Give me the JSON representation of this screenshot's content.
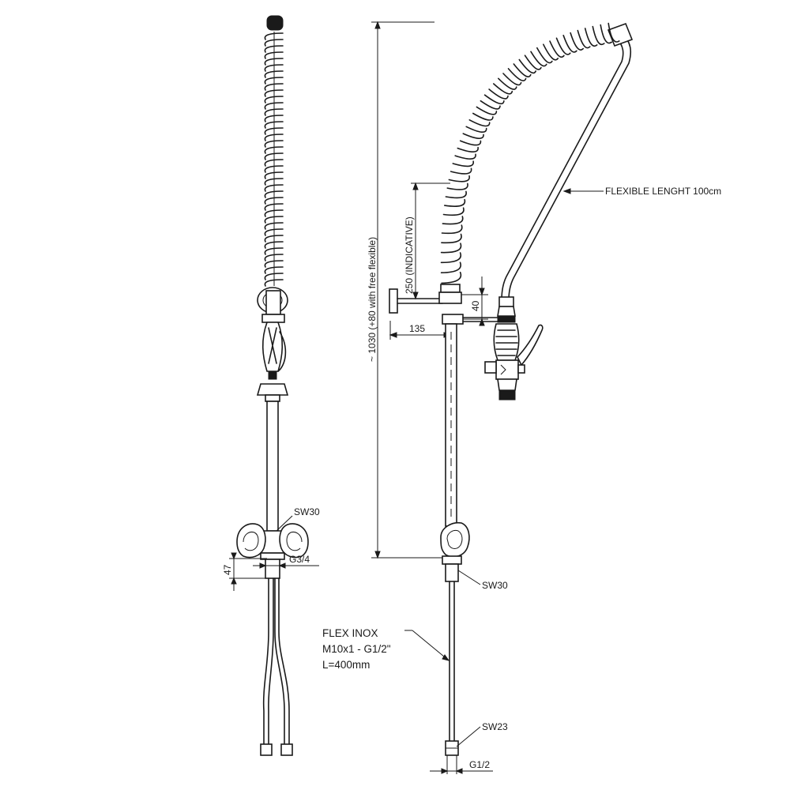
{
  "labels": {
    "sw30_left": "SW30",
    "g34": "G3/4",
    "dim_47": "47",
    "dim_height": "~ 1030 (+80 with free flexible)",
    "dim_250": "250 (INDICATIVE)",
    "dim_40": "40",
    "dim_135": "135",
    "flexible_length": "FLEXIBLE LENGHT 100cm",
    "sw30_right": "SW30",
    "flex_inox_1": "FLEX INOX",
    "flex_inox_2": "M10x1 - G1/2\"",
    "flex_inox_3": "L=400mm",
    "sw23": "SW23",
    "g12": "G1/2"
  }
}
